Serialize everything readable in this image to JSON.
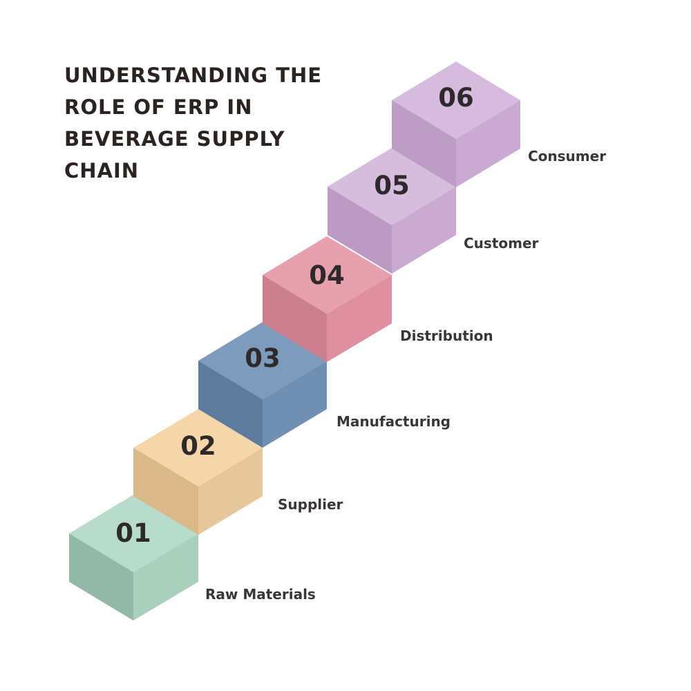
{
  "title_lines": [
    "UNDERSTANDING THE",
    "ROLE OF ERP IN",
    "BEVERAGE SUPPLY",
    "CHAIN"
  ],
  "steps": [
    {
      "number": "01",
      "label": "Raw Materials",
      "colors": {
        "top": "#b8dccb",
        "left": "#92b9a7",
        "right": "#a9d0bd"
      }
    },
    {
      "number": "02",
      "label": "Supplier",
      "colors": {
        "top": "#f5d6a9",
        "left": "#dbb888",
        "right": "#e6c799"
      }
    },
    {
      "number": "03",
      "label": "Manufacturing",
      "colors": {
        "top": "#7d9cbd",
        "left": "#5c7b9d",
        "right": "#7090b3"
      }
    },
    {
      "number": "04",
      "label": "Distribution",
      "colors": {
        "top": "#e7a0ae",
        "left": "#cc7f8e",
        "right": "#df8fa0"
      }
    },
    {
      "number": "05",
      "label": "Customer",
      "colors": {
        "top": "#d6bcdd",
        "left": "#bc9ac4",
        "right": "#cbaad2"
      }
    },
    {
      "number": "06",
      "label": "Consumer",
      "colors": {
        "top": "#d7bbdf",
        "left": "#bd9cc6",
        "right": "#caa9d3"
      }
    }
  ]
}
